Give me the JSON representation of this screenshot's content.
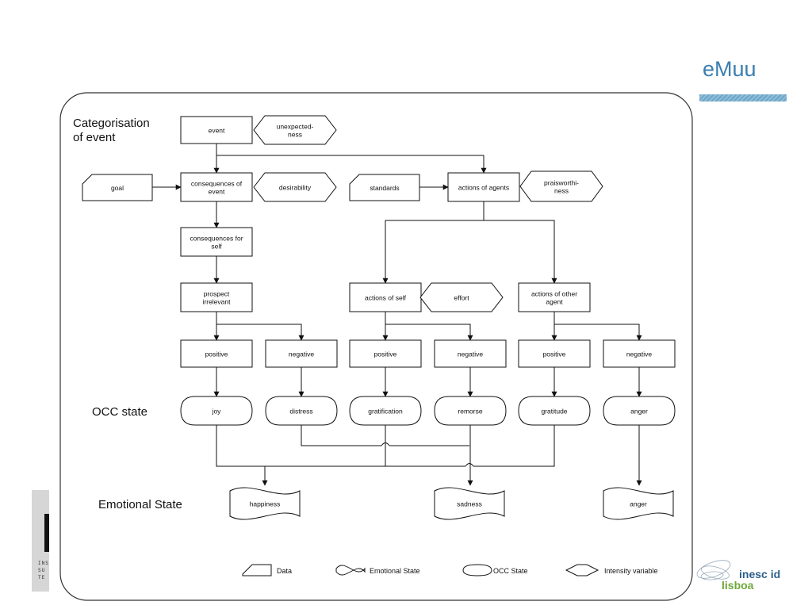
{
  "slide": {
    "title": "eMuu",
    "logo_left_text": "INS\nSU\nTE",
    "logo_right_text": [
      "inesc id",
      "lisboa"
    ]
  },
  "diagram": {
    "section_labels": {
      "categorisation": [
        "Categorisation",
        "of event"
      ],
      "occ_state": "OCC state",
      "emotional_state": "Emotional State"
    },
    "nodes": {
      "event": [
        "event"
      ],
      "unexpectedness": [
        "unexpected-",
        "ness"
      ],
      "goal": [
        "goal"
      ],
      "consequences_event": [
        "consequences of",
        "event"
      ],
      "desirability": [
        "desirability"
      ],
      "standards": [
        "standards"
      ],
      "actions_agents": [
        "actions of agents"
      ],
      "praiseworthiness": [
        "praisworthi-",
        "ness"
      ],
      "consequences_self": [
        "consequences for",
        "self"
      ],
      "prospect_irrelevant": [
        "prospect",
        "irrelevant"
      ],
      "actions_self": [
        "actions of self"
      ],
      "effort": [
        "effort"
      ],
      "actions_other": [
        "actions of other",
        "agent"
      ],
      "pos1": [
        "positive"
      ],
      "neg1": [
        "negative"
      ],
      "pos2": [
        "positive"
      ],
      "neg2": [
        "negative"
      ],
      "pos3": [
        "positive"
      ],
      "neg3": [
        "negative"
      ],
      "joy": [
        "joy"
      ],
      "distress": [
        "distress"
      ],
      "gratification": [
        "gratification"
      ],
      "remorse": [
        "remorse"
      ],
      "gratitude": [
        "gratitude"
      ],
      "anger_occ": [
        "anger"
      ],
      "happiness": [
        "happiness"
      ],
      "sadness": [
        "sadness"
      ],
      "anger_emo": [
        "anger"
      ]
    },
    "legend": [
      {
        "label": "Data"
      },
      {
        "label": "Emotional State"
      },
      {
        "label": "OCC State"
      },
      {
        "label": "Intensity variable"
      }
    ]
  }
}
